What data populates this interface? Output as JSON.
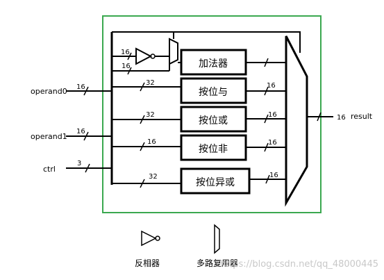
{
  "inputs": {
    "operand0": {
      "label": "operand0",
      "width": "16"
    },
    "operand1": {
      "label": "operand1",
      "width": "16"
    },
    "ctrl": {
      "label": "ctrl",
      "width": "3"
    }
  },
  "output": {
    "label": "result",
    "width": "16"
  },
  "units": [
    {
      "label": "加法器",
      "in_width": "16",
      "out_width": ""
    },
    {
      "label": "按位与",
      "in_width": "32",
      "out_width": "16"
    },
    {
      "label": "按位或",
      "in_width": "32",
      "out_width": "16"
    },
    {
      "label": "按位非",
      "in_width": "16",
      "out_width": "16"
    },
    {
      "label": "按位异或",
      "in_width": "32",
      "out_width": "16"
    }
  ],
  "inverter_input_width": "16",
  "legend": {
    "inverter": "反相器",
    "mux": "多路复用器"
  },
  "watermark": "https://blog.csdn.net/qq_48000445",
  "colors": {
    "border": "#3aa84f",
    "line": "#000000",
    "watermark": "#c8c8c8"
  }
}
